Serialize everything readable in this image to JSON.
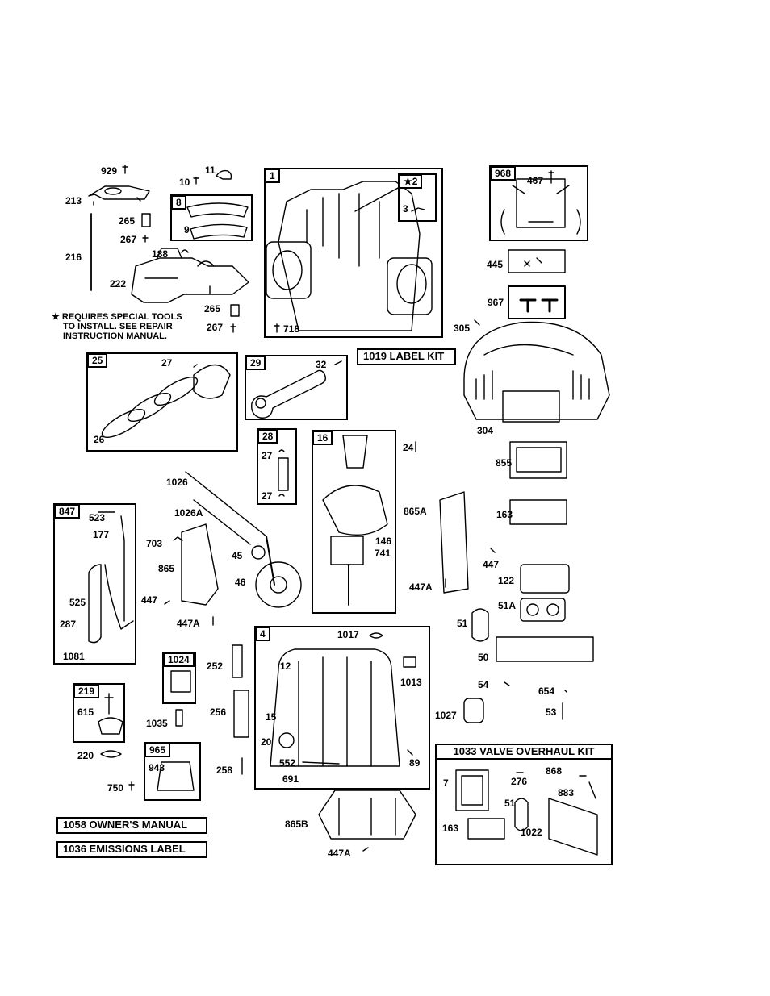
{
  "callouts": {
    "n929": "929",
    "n10": "10",
    "n11": "11",
    "n213": "213",
    "n265a": "265",
    "n267a": "267",
    "n8": "8",
    "n9": "9",
    "n216": "216",
    "n188": "188",
    "n222": "222",
    "n265b": "265",
    "n267b": "267",
    "n1": "1",
    "n2": "★2",
    "n3": "3",
    "n718": "718",
    "n968": "968",
    "n467": "467",
    "n445": "445",
    "n967": "967",
    "n305": "305",
    "n25": "25",
    "n27a": "27",
    "n26": "26",
    "n29": "29",
    "n32": "32",
    "n304": "304",
    "n28": "28",
    "n27b": "27",
    "n27c": "27",
    "n16": "16",
    "n24": "24",
    "n855": "855",
    "n163a": "163",
    "n1026": "1026",
    "n1026A": "1026A",
    "n847": "847",
    "n523": "523",
    "n177": "177",
    "n703": "703",
    "n45": "45",
    "n865": "865",
    "n46": "46",
    "n525": "525",
    "n447a": "447",
    "n447Aa": "447A",
    "n287": "287",
    "n1081": "1081",
    "n865A": "865A",
    "n146": "146",
    "n741": "741",
    "n447b": "447",
    "n447Ab": "447A",
    "n122": "122",
    "n51A": "51A",
    "n51a": "51",
    "n50": "50",
    "n1024": "1024",
    "n252": "252",
    "n4": "4",
    "n1017": "1017",
    "n12": "12",
    "n1013": "1013",
    "n219": "219",
    "n615": "615",
    "n256": "256",
    "n15": "15",
    "n1027": "1027",
    "n54": "54",
    "n654": "654",
    "n53": "53",
    "n1035": "1035",
    "n220": "220",
    "n20": "20",
    "n89": "89",
    "n965": "965",
    "n943": "943",
    "n552": "552",
    "n258": "258",
    "n691": "691",
    "n750": "750",
    "n7": "7",
    "n276": "276",
    "n868": "868",
    "n883": "883",
    "n51b": "51",
    "n163b": "163",
    "n1022": "1022",
    "n865B": "865B",
    "n447Ac": "447A"
  },
  "kits": {
    "label_kit": "1019 LABEL KIT",
    "valve_kit": "1033 VALVE OVERHAUL KIT",
    "owners_manual": "1058 OWNER'S MANUAL",
    "emissions_label": "1036 EMISSIONS LABEL"
  },
  "note": {
    "line1": "★ REQUIRES SPECIAL TOOLS",
    "line2": "TO INSTALL.  SEE REPAIR",
    "line3": "INSTRUCTION MANUAL."
  }
}
